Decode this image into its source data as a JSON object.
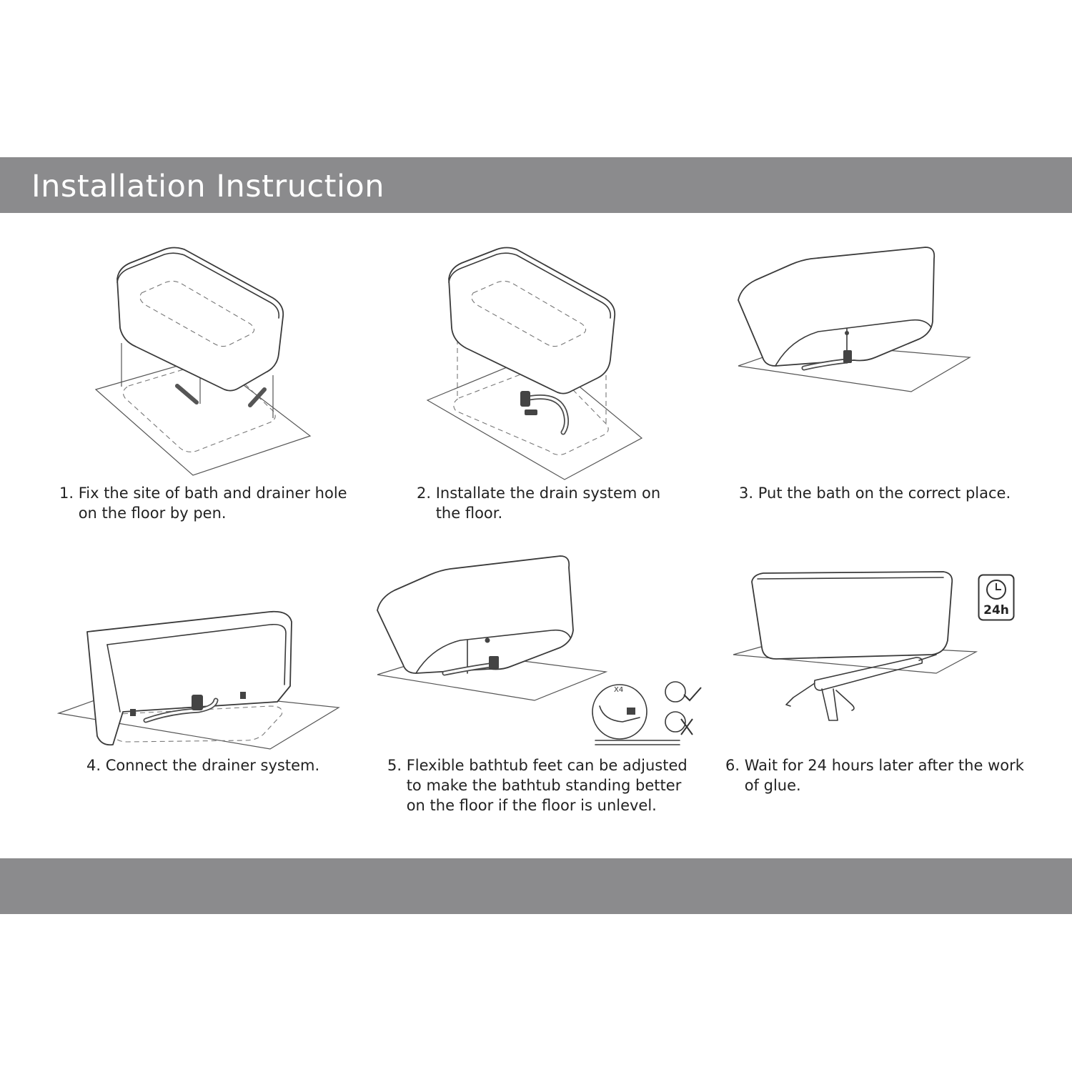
{
  "header": {
    "title": "Installation Instruction"
  },
  "steps": [
    {
      "caption": "1. Fix the site of bath and drainer hole\n    on the floor by pen."
    },
    {
      "caption": "2. Installate the drain system on\n    the floor."
    },
    {
      "caption": "3. Put the bath on the correct place."
    },
    {
      "caption": "4. Connect the drainer system."
    },
    {
      "caption": "5. Flexible bathtub feet can be adjusted\n    to make the bathtub standing better\n    on the floor if the floor is unlevel."
    },
    {
      "caption": "6. Wait for 24 hours later after the work\n    of glue."
    }
  ],
  "badges": {
    "feet_count": "X4",
    "wait_time": "24h"
  },
  "icons": [
    "clock-icon",
    "check-mark-icon",
    "cross-mark-icon",
    "pen-icon",
    "caulk-gun-icon",
    "drain-pipe-icon"
  ],
  "colors": {
    "band": "#8b8b8d",
    "title_text": "#ffffff",
    "line": "#3a3a3a"
  }
}
